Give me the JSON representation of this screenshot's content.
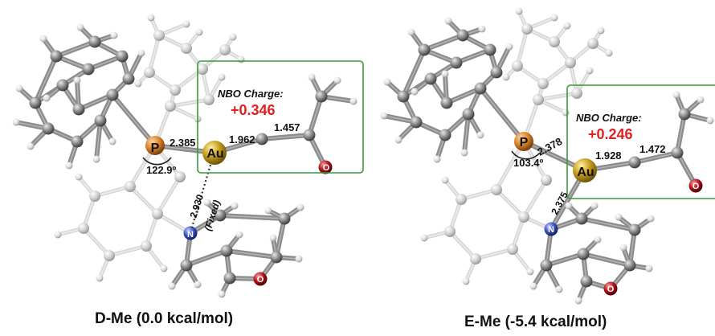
{
  "left": {
    "caption": "D-Me (0.0 kcal/mol)",
    "charge_label": "NBO Charge:",
    "charge_value": "+0.346",
    "atoms": {
      "p": "P",
      "au": "Au",
      "n": "N",
      "o": "O"
    },
    "distances": {
      "p_au": "2.385",
      "au_c1": "1.962",
      "c1_c2": "1.457",
      "au_n": "2.930",
      "fixed": "(Fixed)"
    },
    "angle": "122.9º"
  },
  "right": {
    "caption": "E-Me (-5.4 kcal/mol)",
    "charge_label": "NBO Charge:",
    "charge_value": "+0.246",
    "atoms": {
      "p": "P",
      "au": "Au",
      "n": "N",
      "o": "O"
    },
    "distances": {
      "p_au": "2.378",
      "au_c1": "1.928",
      "c1_c2": "1.472",
      "au_n": "2.375"
    },
    "angle": "103.4º"
  },
  "colors": {
    "box_border": "#3a9a3a",
    "charge_value": "#e02020",
    "phosphorus": "#d9832a",
    "gold": "#c9a21e",
    "nitrogen": "#3b4fc4",
    "oxygen": "#b0121b",
    "carbon": "#7a7a7a",
    "hydrogen": "#d4d4d4"
  }
}
